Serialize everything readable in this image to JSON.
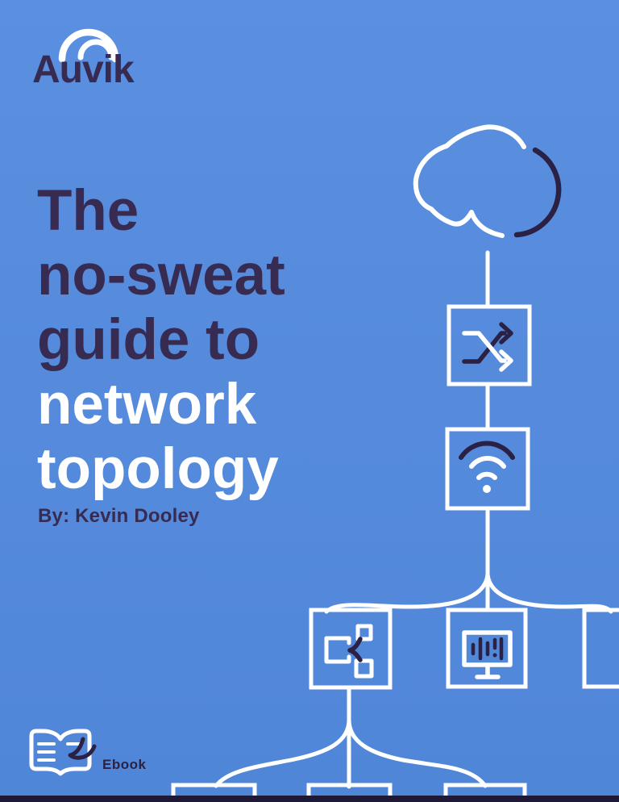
{
  "colors": {
    "background-top": "#5b8fe0",
    "background-bottom": "#5086d8",
    "ink": "#382b52",
    "icon-ink": "#2a2145",
    "white": "#ffffff",
    "footer-bar": "#1e1936"
  },
  "header": {
    "logo_text": "Auvik"
  },
  "title": {
    "lines": [
      {
        "text": "The",
        "color": "#382b52"
      },
      {
        "text": "no-sweat",
        "color": "#382b52"
      },
      {
        "text": "guide to",
        "color": "#382b52"
      },
      {
        "text": "network",
        "color": "#ffffff"
      },
      {
        "text": "topology",
        "color": "#ffffff"
      }
    ]
  },
  "byline": {
    "text": "By: Kevin Dooley"
  },
  "footer": {
    "label": "Ebook"
  },
  "illustration": {
    "icon_names": [
      "auvik-arcs-icon",
      "cloud-icon",
      "shuffle-icon",
      "wifi-icon",
      "share-icon",
      "monitor-chart-icon",
      "book-icon"
    ],
    "node_boxes": 7
  }
}
